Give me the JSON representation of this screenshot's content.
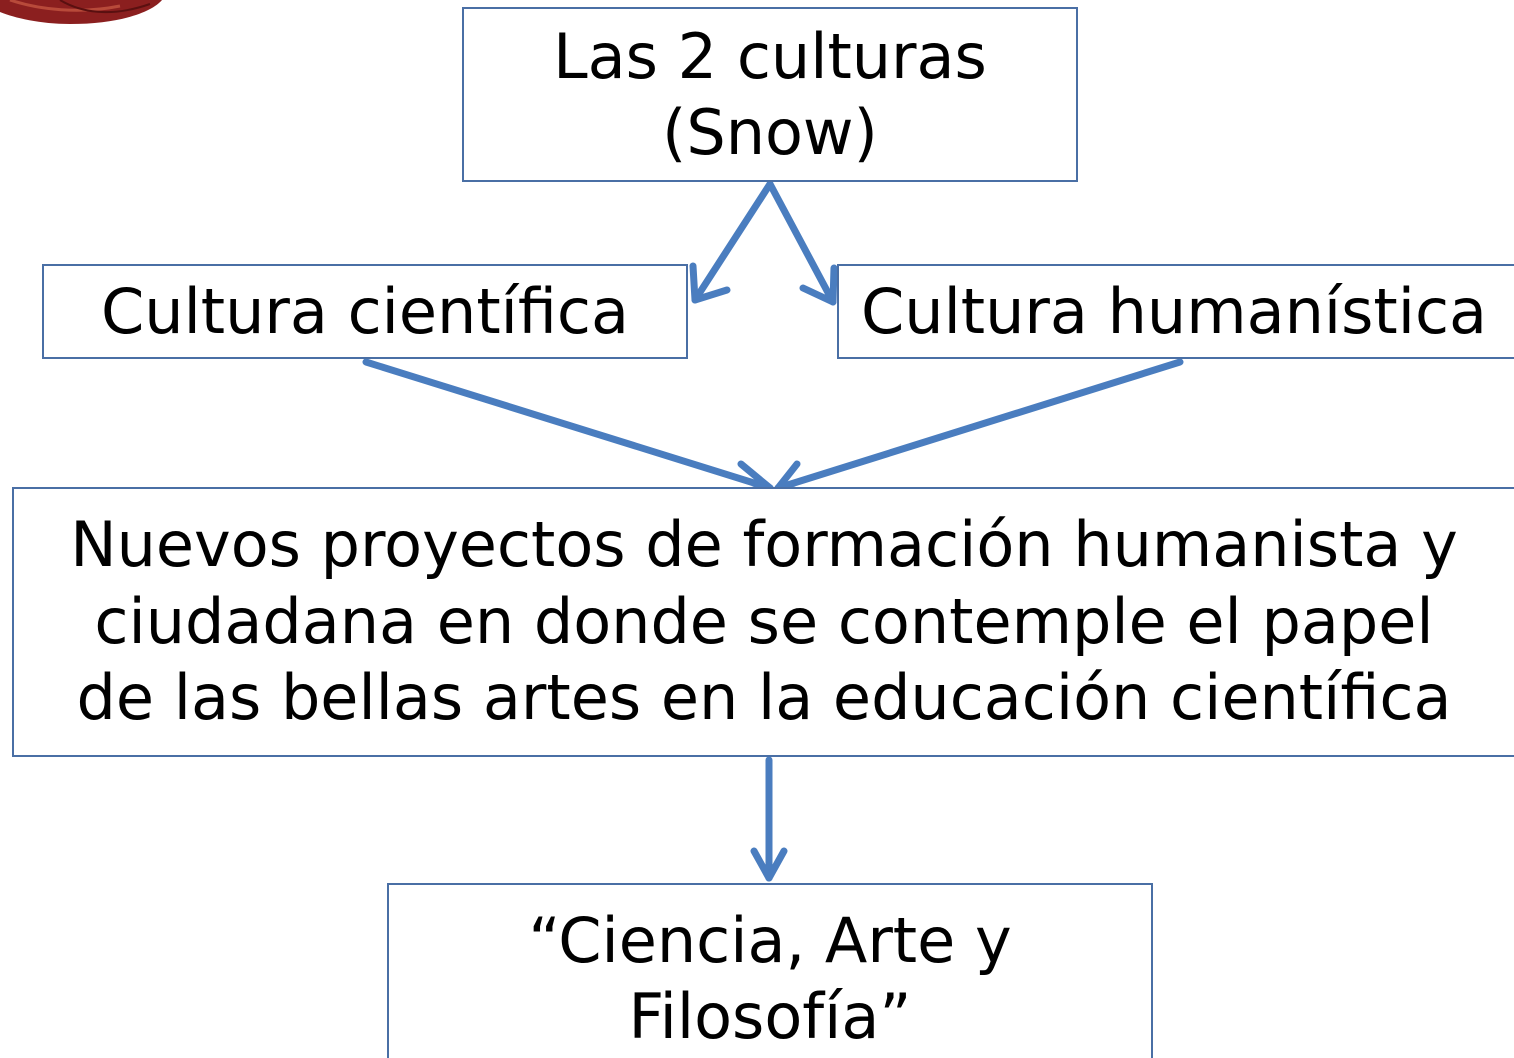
{
  "nodes": {
    "top": "Las 2 culturas\n(Snow)",
    "left": "Cultura científica",
    "right": "Cultura humanística",
    "middle": "Nuevos proyectos de formación humanista y\nciudadana en donde se contemple el papel\nde las bellas artes en la educación científica",
    "bottom": "“Ciencia, Arte y\nFilosofía”"
  },
  "edges": [
    {
      "from": "top",
      "to": "left"
    },
    {
      "from": "top",
      "to": "right"
    },
    {
      "from": "left",
      "to": "middle"
    },
    {
      "from": "right",
      "to": "middle"
    },
    {
      "from": "middle",
      "to": "bottom"
    }
  ],
  "colors": {
    "border": "#4a6fa5",
    "arrow": "#4a7dbf",
    "logo_fragment": "#8b1f1f"
  }
}
